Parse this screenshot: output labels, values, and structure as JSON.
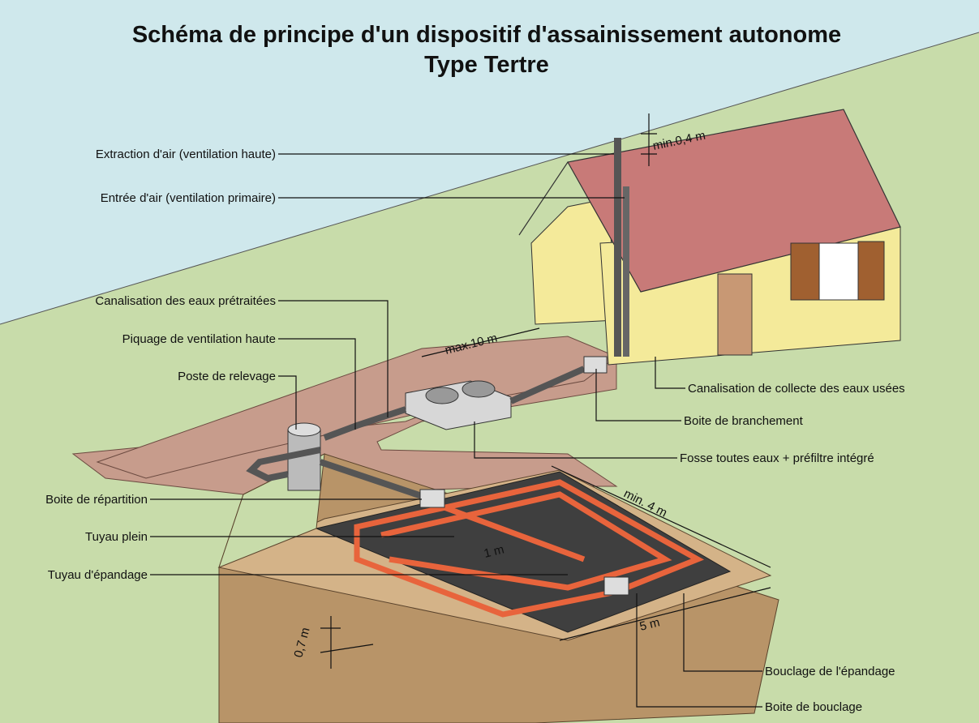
{
  "title": {
    "line1": "Schéma de principe d'un dispositif d'assainissement autonome",
    "line2": "Type Tertre"
  },
  "colors": {
    "sky": "#cfe8ec",
    "grass": "#c8dcaa",
    "roof": "#c87a78",
    "wall": "#f4ea9a",
    "trench": "#c79c8c",
    "mound": "#c8a27a",
    "pipe_red": "#e8643c"
  },
  "labels_left": [
    "Extraction d'air (ventilation haute)",
    "Entrée d'air (ventilation primaire)",
    "Canalisation des eaux prétraitées",
    "Piquage de ventilation haute",
    "Poste de relevage",
    "Boite de répartition",
    "Tuyau plein",
    "Tuyau d'épandage"
  ],
  "labels_right": [
    "Canalisation de collecte des eaux usées",
    "Boite de branchement",
    "Fosse toutes eaux + préfiltre intégré",
    "Bouclage de l'épandage",
    "Boite de bouclage"
  ],
  "dimensions": {
    "roof_vent": "min.0,4 m",
    "distance_house": "max.10 m",
    "length": "min. 4 m",
    "pipe_spacing": "1 m",
    "width": "5 m",
    "height": "0,7 m"
  }
}
